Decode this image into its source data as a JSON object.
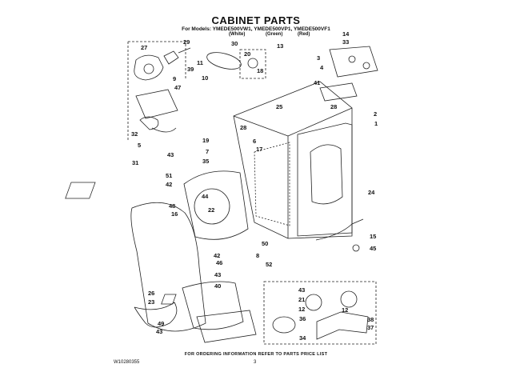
{
  "header": {
    "title": "CABINET PARTS",
    "models": "For Models: YMEDE500VW1, YMEDE500VP1, YMEDE500VF1",
    "colors": [
      "(White)",
      "(Green)",
      "(Red)"
    ]
  },
  "footer": {
    "note": "FOR ORDERING INFORMATION REFER TO PARTS PRICE LIST",
    "doc_id": "W10280355",
    "page": "3"
  },
  "callouts": [
    "29",
    "27",
    "30",
    "13",
    "14",
    "33",
    "9",
    "11",
    "20",
    "3",
    "4",
    "47",
    "39",
    "10",
    "18",
    "41",
    "28",
    "2",
    "1",
    "25",
    "32",
    "5",
    "28",
    "6",
    "17",
    "19",
    "7",
    "43",
    "35",
    "31",
    "51",
    "42",
    "44",
    "24",
    "48",
    "16",
    "22",
    "15",
    "50",
    "45",
    "8",
    "42",
    "46",
    "52",
    "43",
    "43",
    "40",
    "21",
    "12",
    "12",
    "26",
    "23",
    "36",
    "38",
    "37",
    "34",
    "49",
    "43"
  ]
}
